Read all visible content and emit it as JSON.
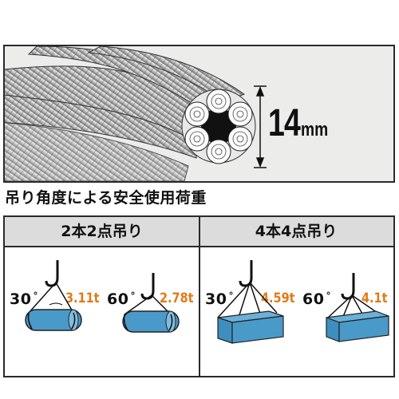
{
  "wire": {
    "diameter_value": "14",
    "diameter_unit": "mm"
  },
  "section_title": "吊り角度による安全使用荷重",
  "table": {
    "groups": [
      {
        "header": "2本2点吊り",
        "cells": [
          {
            "angle": "30",
            "load": "3.11t",
            "load_type": "cylinder"
          },
          {
            "angle": "60",
            "load": "2.78t",
            "load_type": "cylinder"
          }
        ]
      },
      {
        "header": "4本4点吊り",
        "cells": [
          {
            "angle": "30",
            "load": "4.59t",
            "load_type": "box"
          },
          {
            "angle": "60",
            "load": "4.1t",
            "load_type": "box"
          }
        ]
      }
    ]
  },
  "colors": {
    "accent_load": "#e07b19",
    "load_body": "#4a9ac9",
    "header_bg": "#dcdcdc",
    "border": "#2a2a2a"
  }
}
